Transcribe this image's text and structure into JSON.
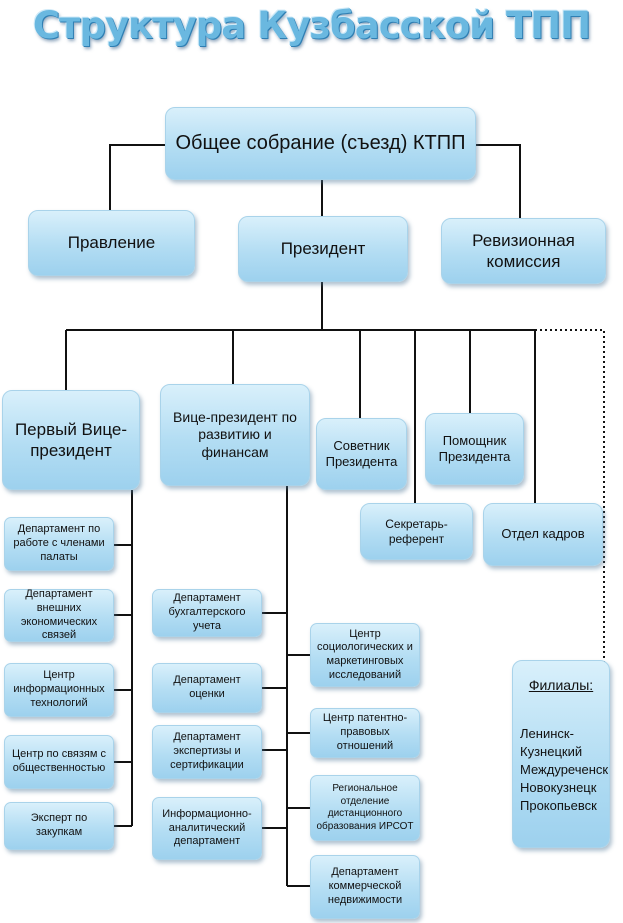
{
  "title": "Структура Кузбасской ТПП",
  "nodes": {
    "assembly": "Общее собрание (съезд) КТПП",
    "board": "Правление",
    "president": "Президент",
    "audit": "Ревизионная комиссия",
    "first_vp": "Первый Вице-президент",
    "vp_dev": "Вице-президент по развитию и финансам",
    "advisor": "Советник Президента",
    "assistant": "Помощник Президента",
    "secretary": "Секретарь-референт",
    "hr": "Отдел кадров",
    "dept_members": "Департамент по работе с членами палаты",
    "dept_foreign": "Департамент внешних экономических связей",
    "center_it": "Центр информационных технологий",
    "center_pr": "Центр по связям с общественностью",
    "expert_purchase": "Эксперт по закупкам",
    "dept_accounting": "Департамент бухгалтерского учета",
    "dept_valuation": "Департамент оценки",
    "dept_expertise": "Департамент экспертизы и сертификации",
    "dept_info": "Информационно-аналитический департамент",
    "center_socio": "Центр социологических и маркетинговых исследований",
    "center_patent": "Центр патентно-правовых отношений",
    "regional_irsot": "Региональное отделение дистанционного образования ИРСОТ",
    "dept_realty": "Департамент коммерческой недвижимости"
  },
  "filials": {
    "title": "Филиалы:",
    "cities": [
      "Ленинск-Кузнецкий",
      "Междуреченск",
      "Новокузнецк",
      "Прокопьевск"
    ]
  }
}
